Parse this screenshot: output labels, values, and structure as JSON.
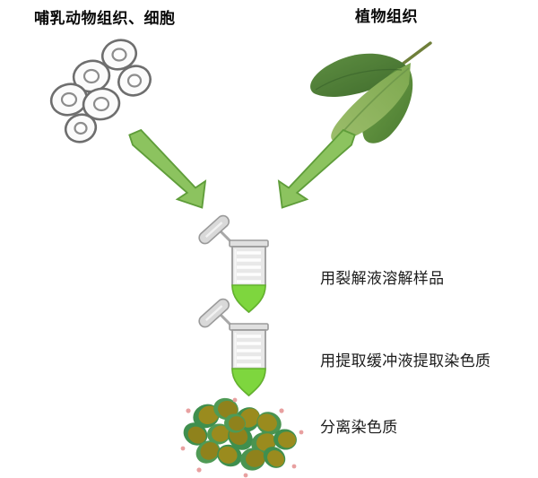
{
  "headings": {
    "mammal": "哺乳动物组织、细胞",
    "plant": "植物组织"
  },
  "steps": [
    {
      "id": "lysis",
      "label": "用裂解液溶解样品"
    },
    {
      "id": "extract",
      "label": "用提取缓冲液提取染色质"
    },
    {
      "id": "isolate",
      "label": "分离染色质"
    }
  ],
  "artwork": {
    "cells": {
      "name": "mammalian-cells-illustration",
      "count": 6,
      "membrane_color": "#6e6e6e",
      "fill_color": "#fbfbfb",
      "nucleus_color": "#8c8c8c"
    },
    "leaves": {
      "name": "plant-leaves-photo",
      "count": 3,
      "dark_green": "#4c7a35",
      "mid_green": "#5f9440",
      "light_green": "#8fb560",
      "stem_color": "#6f7f3a"
    },
    "arrows": {
      "name": "green-arrow",
      "fill": "#8cc35f",
      "stroke": "#5f9d3a",
      "directions": [
        "down-right",
        "down-left"
      ]
    },
    "tubes": {
      "name": "microcentrifuge-tube",
      "count": 2,
      "body_color": "#e8e8e8",
      "body_outline": "#9a9a9a",
      "graduation_color": "#ffffff",
      "liquid_color": "#7ed63e",
      "liquid_outline": "#63b32c",
      "cap_color": "#d6d6d6"
    },
    "chromatin": {
      "name": "chromatin-pellet",
      "disc_rim_color": "#3f8f4e",
      "disc_face_color": "#9a8b1e",
      "speck_color": "#e8a0a0",
      "disc_count": 14
    }
  },
  "colors": {
    "background": "#ffffff",
    "heading_text": "#0a0a0a",
    "label_text": "#1c1c1c",
    "accent_green": "#8cc35f"
  }
}
